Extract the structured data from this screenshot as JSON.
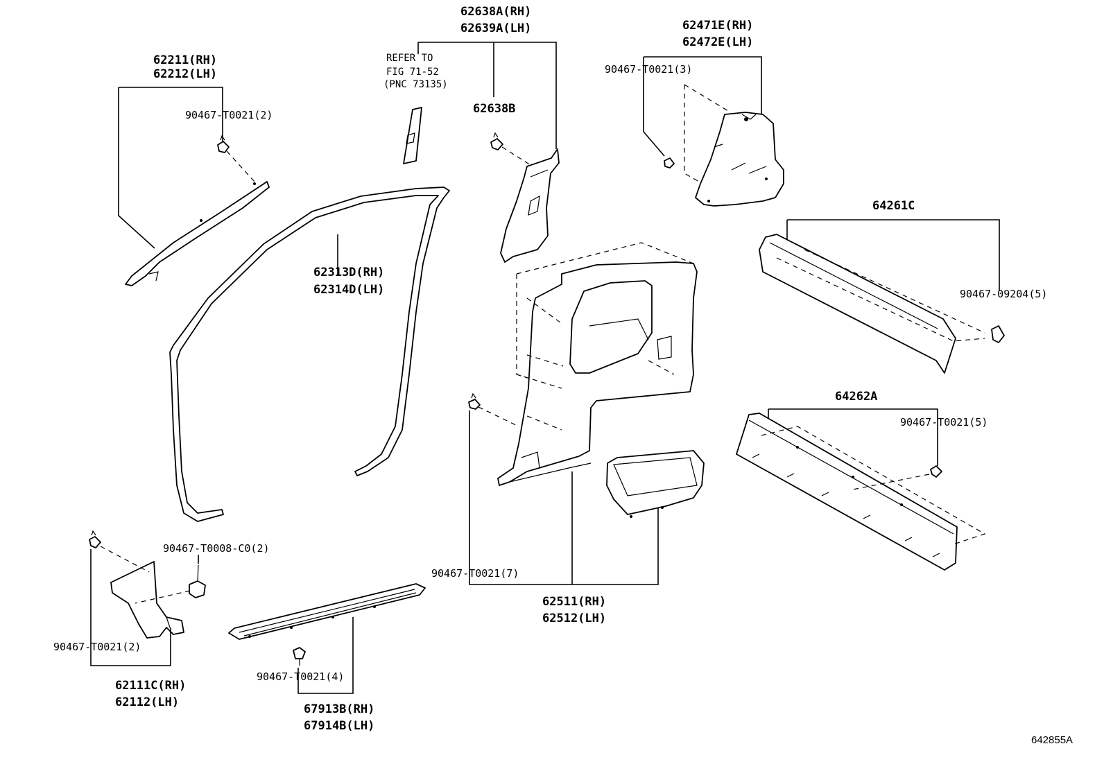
{
  "labels": {
    "p62211": "62211(RH)",
    "p62212": "62212(LH)",
    "clip_a_pillar": "90467-T0021(2)",
    "p62638a": "62638A(RH)",
    "p62639a": "62639A(LH)",
    "refer_to": "REFER TO",
    "fig": "FIG 71-52",
    "pnc": "(PNC 73135)",
    "p62638b": "62638B",
    "p62471e": "62471E(RH)",
    "p62472e": "62472E(LH)",
    "clip_quarter_upper": "90467-T0021(3)",
    "p64261c": "64261C",
    "clip_64261c": "90467-09204(5)",
    "p62313d": "62313D(RH)",
    "p62314d": "62314D(LH)",
    "p64262a": "64262A",
    "clip_64262a": "90467-T0021(5)",
    "clip_cowl_c0": "90467-T0008-C0(2)",
    "clip_cowl": "90467-T0021(2)",
    "p62111c": "62111C(RH)",
    "p62112": "62112(LH)",
    "clip_quarter": "90467-T0021(7)",
    "p62511": "62511(RH)",
    "p62512": "62512(LH)",
    "clip_scuff": "90467-T0021(4)",
    "p67913b": "67913B(RH)",
    "p67914b": "67914B(LH)",
    "illustration_id": "642855A"
  }
}
